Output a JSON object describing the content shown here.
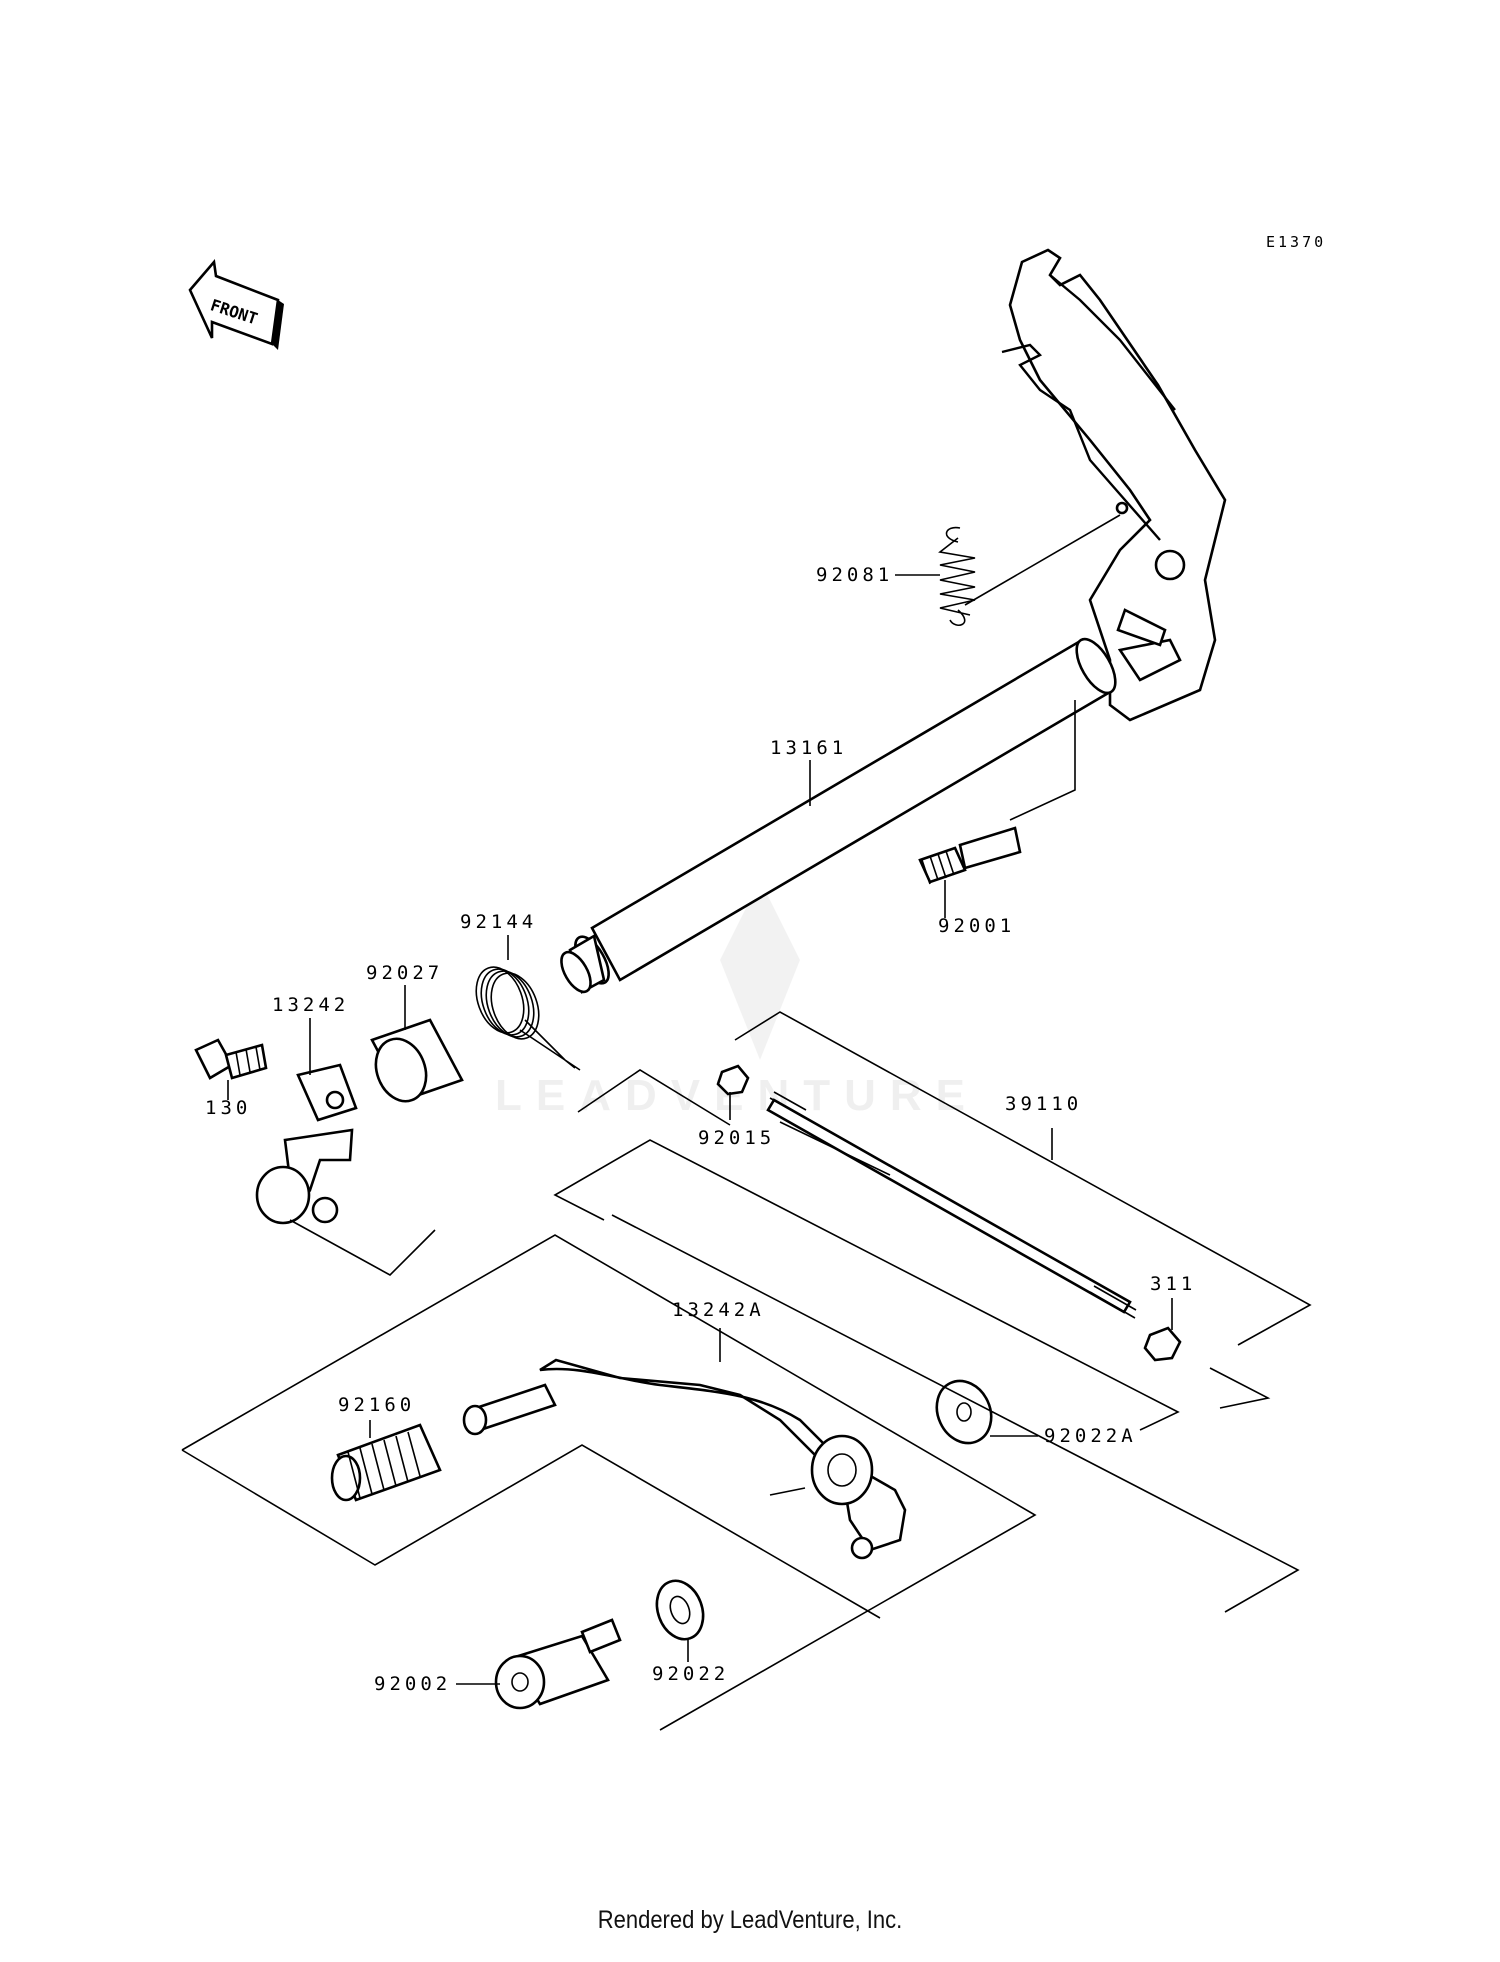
{
  "diagram_code": "E1370",
  "front_arrow": {
    "text": "FRONT"
  },
  "watermark": {
    "text": "LEADVENTURE"
  },
  "labels": {
    "p92081": "92081",
    "p13161": "13161",
    "p92001": "92001",
    "p92144": "92144",
    "p92027": "92027",
    "p13242": "13242",
    "p130": "130",
    "p92015": "92015",
    "p39110": "39110",
    "p13242A": "13242A",
    "p311": "311",
    "p92160": "92160",
    "p92022A": "92022A",
    "p92002": "92002",
    "p92022": "92022"
  },
  "footer": {
    "text": "Rendered by LeadVenture, Inc."
  }
}
